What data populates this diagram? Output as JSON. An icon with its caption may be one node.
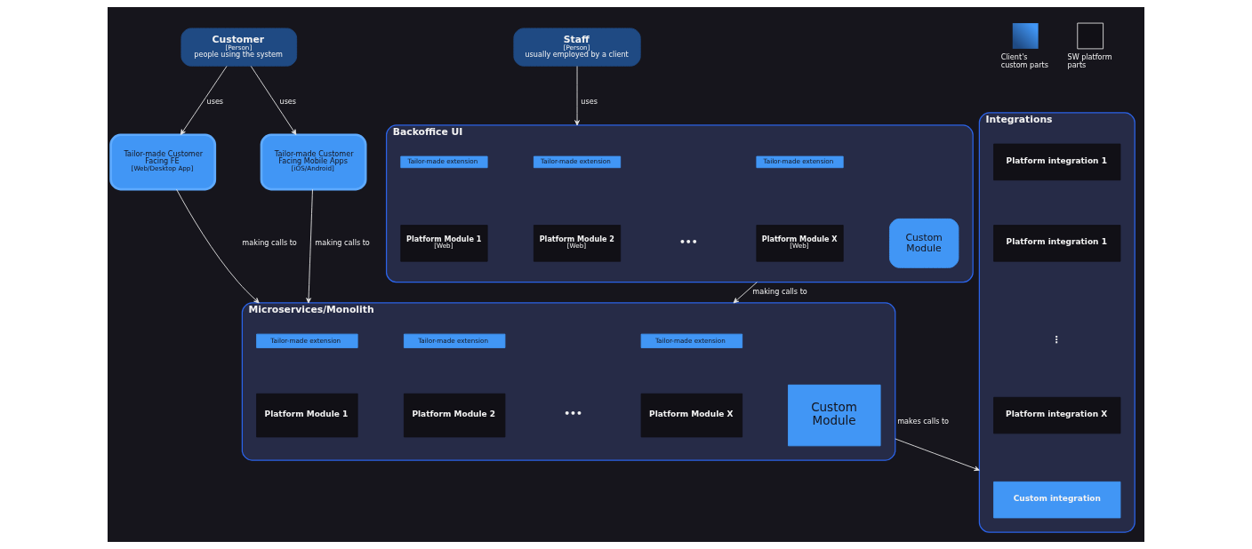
{
  "diagram": {
    "nodes": [
      {
        "text": [
          "Customer",
          "[Person]",
          "people using the system"
        ]
      },
      {
        "text": [
          "Staff",
          "[Person]",
          "usually employed by a client"
        ]
      },
      {
        "text": [
          "Tailor-made Customer Facing FE",
          "[Web/Desktop App]"
        ]
      },
      {
        "text": [
          "Tailor-made Customer Facing Mobile Apps",
          "[iOS/Android]"
        ]
      },
      {
        "text": [
          "Backoffice UI"
        ]
      },
      {
        "text": [
          "Tailor-made extension"
        ],
        "in": 4
      },
      {
        "text": [
          "Platform Module 1",
          "[Web]"
        ],
        "in": 4
      },
      {
        "text": [
          "Tailor-made extension"
        ],
        "in": 4
      },
      {
        "text": [
          "Platform Module 2",
          "[Web]"
        ],
        "in": 4
      },
      {
        "text": [
          "Tailor-made extension"
        ],
        "in": 4
      },
      {
        "text": [
          "Platform Module X",
          "[Web]"
        ],
        "in": 4
      },
      {
        "text": [
          "Custom Module"
        ],
        "in": 4
      },
      {
        "text": [
          "Microservices/Monolith"
        ]
      },
      {
        "text": [
          "Tailor-made extension"
        ],
        "in": 12
      },
      {
        "text": [
          "Platform Module 1"
        ],
        "in": 12
      },
      {
        "text": [
          "Tailor-made extension"
        ],
        "in": 12
      },
      {
        "text": [
          "Platform Module 2"
        ],
        "in": 12
      },
      {
        "text": [
          "Tailor-made extension"
        ],
        "in": 12
      },
      {
        "text": [
          "Platform Module X"
        ],
        "in": 12
      },
      {
        "text": [
          "Custom Module"
        ],
        "in": 12
      },
      {
        "text": [
          "Integrations"
        ]
      },
      {
        "text": [
          "Platform integration 1"
        ],
        "in": 20
      },
      {
        "text": [
          "Platform integration 1"
        ],
        "in": 20
      },
      {
        "text": [
          "Platform integration X"
        ],
        "in": 20
      },
      {
        "text": [
          "Custom integration"
        ],
        "in": 20
      }
    ],
    "edges": [
      {
        "from": 0,
        "to": 2,
        "arrow": "to",
        "label": "uses"
      },
      {
        "from": 0,
        "to": 3,
        "arrow": "to",
        "label": "uses"
      },
      {
        "from": 1,
        "to": 4,
        "arrow": "to",
        "label": "uses"
      },
      {
        "from": 2,
        "to": 12,
        "arrow": "to",
        "label": "making calls to"
      },
      {
        "from": 3,
        "to": 12,
        "arrow": "to",
        "label": "making calls to"
      },
      {
        "from": 4,
        "to": 12,
        "arrow": "to",
        "label": "making calls to"
      },
      {
        "from": 12,
        "to": 20,
        "arrow": "to",
        "label": "makes calls to"
      }
    ],
    "labels": [
      "•••",
      "⋮",
      "•••"
    ],
    "legend": [
      {
        "text": "Client's custom parts"
      },
      {
        "text": "SW platform parts"
      }
    ]
  }
}
